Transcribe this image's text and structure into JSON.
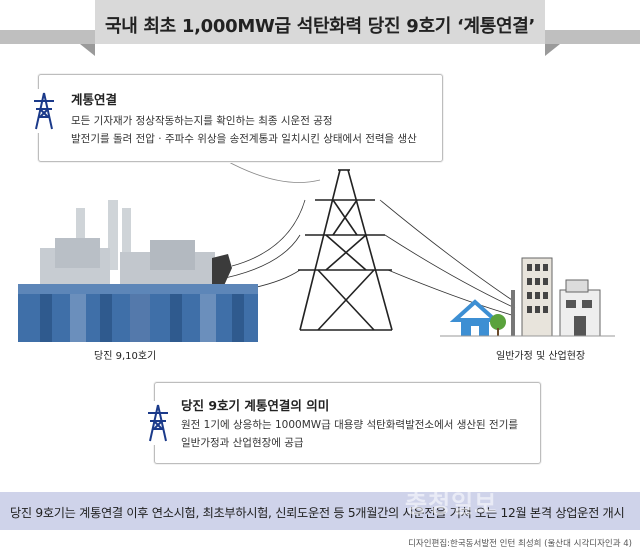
{
  "header": {
    "title": "국내 최초 1,000MW급 석탄화력 당진 9호기 ‘계통연결’"
  },
  "grid_callout": {
    "title": "계통연결",
    "lines": [
      "모든 기자재가 정상작동하는지를 확인하는 최종 시운전 공정",
      "발전기를 돌려 전압 · 주파수 위상을 송전계통과 일치시킨 상태에서 전력을 생산"
    ]
  },
  "scene": {
    "plant_label": "당진 9,10호기",
    "consumer_label": "일반가정 및 산업현장"
  },
  "meaning_callout": {
    "title": "당진 9호기 계통연결의 의미",
    "lines": [
      "원전 1기에 상응하는 1000MW급 대용량 석탄화력발전소에서 생산된 전기를",
      "일반가정과 산업현장에 공급"
    ]
  },
  "footer": {
    "summary": "당진 9호기는 계통연결 이후 연소시험, 최초부하시험, 신뢰도운전 등 5개월간의 시운전을 거쳐 오는 12월 본격 상업운전 개시",
    "credit": "디자인편집:한국동서발전 인턴 최성희 (울산대 시각디자인과 4)",
    "watermark": "충청일보"
  },
  "colors": {
    "banner": "#d9d9d9",
    "accent_blue": "#1b3a8a",
    "plant_blue": "#3f6fa8",
    "house_blue": "#3d8fd3",
    "tree_green": "#5aa23c",
    "footer_bar": "#cfd3ea"
  },
  "icons": [
    "transmission-tower-icon",
    "transmission-tower-icon"
  ]
}
